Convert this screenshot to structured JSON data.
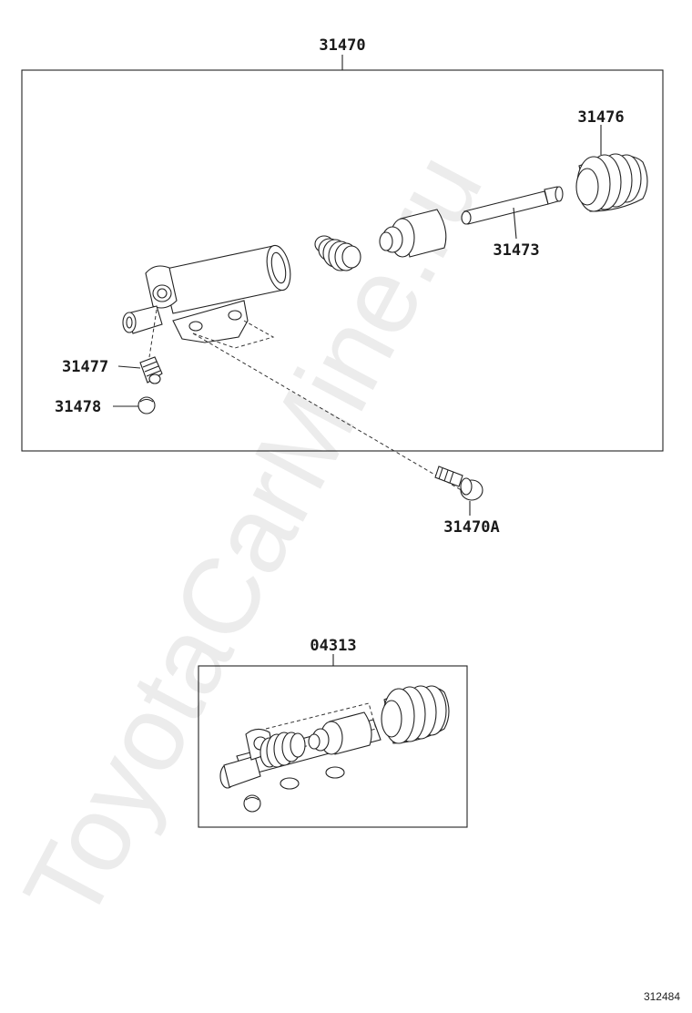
{
  "watermark": "ToyotaCarMine.ru",
  "reference_number": "312484",
  "main_assembly": {
    "label": "31470",
    "parts": [
      {
        "id": "31476",
        "name": "boot"
      },
      {
        "id": "31473",
        "name": "push-rod"
      },
      {
        "id": "31477",
        "name": "bleeder-plug"
      },
      {
        "id": "31478",
        "name": "bleeder-cap"
      }
    ]
  },
  "external_part": {
    "label": "31470A",
    "name": "bolt"
  },
  "kit": {
    "label": "04313"
  }
}
